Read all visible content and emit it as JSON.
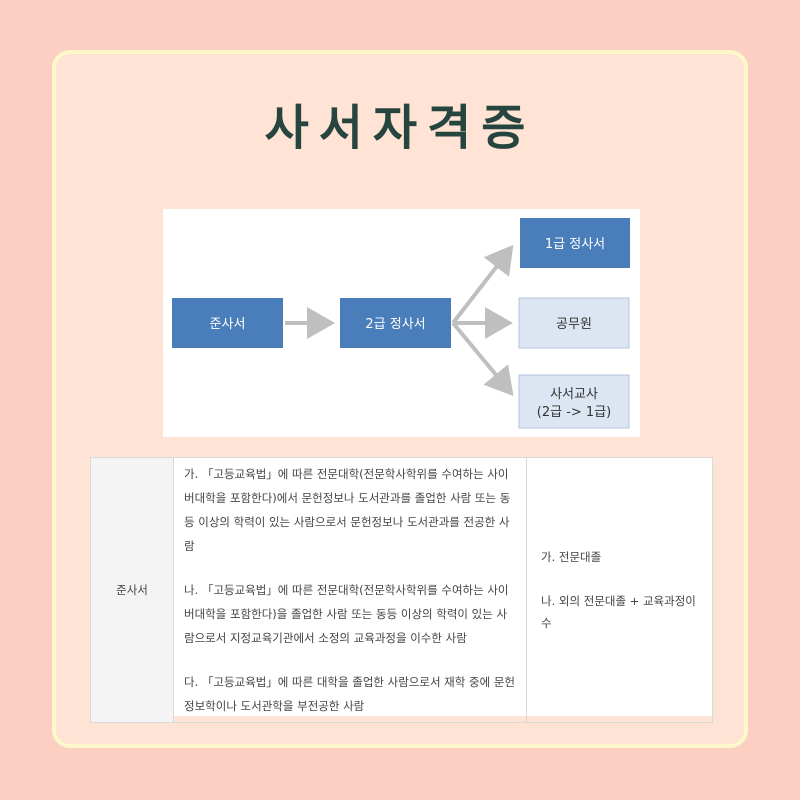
{
  "title": "사서자격증",
  "diagram": {
    "nodes": {
      "junsaseo": "준사서",
      "grade2": "2급 정사서",
      "grade1": "1급 정사서",
      "civil": "공무원",
      "teacher_line1": "사서교사",
      "teacher_line2": "(2급 -> 1급)"
    },
    "colors": {
      "dark_box": "#4a7ebb",
      "light_box": "#dce6f2",
      "arrow": "#bfbfbf"
    }
  },
  "table": {
    "row_header": "준사서",
    "requirements": [
      "가. 「고등교육법」에 따른 전문대학(전문학사학위를 수여하는 사이버대학을 포함한다)에서 문헌정보나 도서관과를 졸업한 사람 또는 동등 이상의 학력이 있는 사람으로서 문헌정보나 도서관과를 전공한 사람",
      "나. 「고등교육법」에 따른 전문대학(전문학사학위를 수여하는 사이버대학을 포함한다)을 졸업한 사람 또는 동등 이상의 학력이 있는 사람으로서 지정교육기관에서 소정의 교육과정을 이수한 사람",
      "다. 「고등교육법」에 따른 대학을 졸업한 사람으로서 재학 중에 문헌정보학이나 도서관학을 부전공한 사람"
    ],
    "summary": [
      "가. 전문대졸",
      "나. 외의 전문대졸 + 교육과정이수"
    ]
  }
}
